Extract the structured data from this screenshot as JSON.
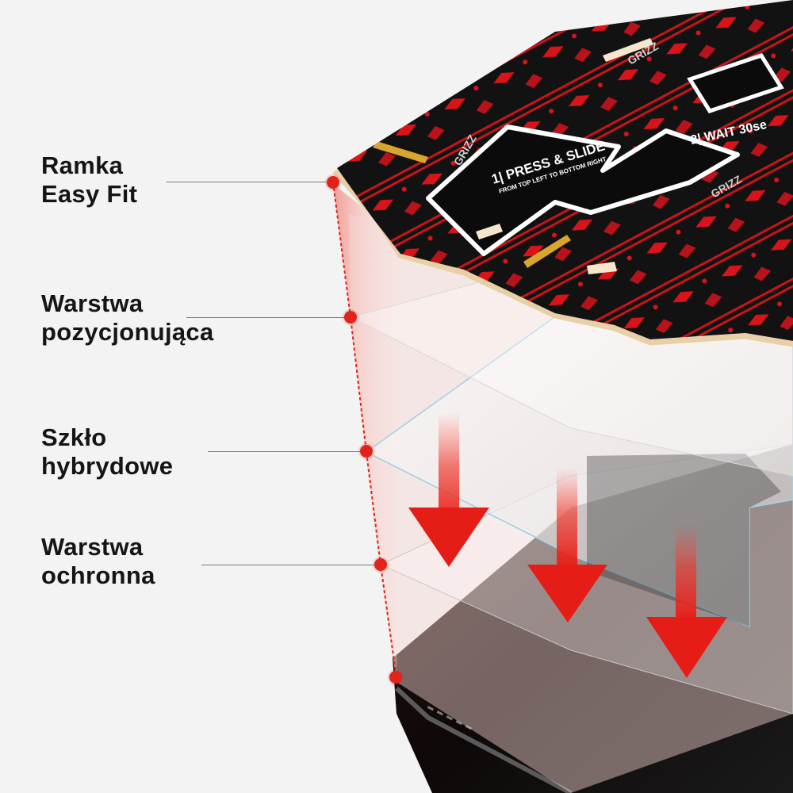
{
  "layers": [
    {
      "line1": "Ramka",
      "line2": "Easy Fit"
    },
    {
      "line1": "Warstwa",
      "line2": "pozycjonująca"
    },
    {
      "line1": "Szkło",
      "line2": "hybrydowe"
    },
    {
      "line1": "Warstwa",
      "line2": "ochronna"
    }
  ],
  "frame_print": {
    "brand": "GRIZZ",
    "step1_title": "1| PRESS & SLIDE",
    "step1_sub": "FROM TOP LEFT TO BOTTOM RIGHT",
    "step2_title": "2| WAIT 30se"
  },
  "colors": {
    "accent": "#e2231a",
    "frame_black": "#121212",
    "pattern_red": "#d8141a",
    "background": "#f3f3f3"
  }
}
